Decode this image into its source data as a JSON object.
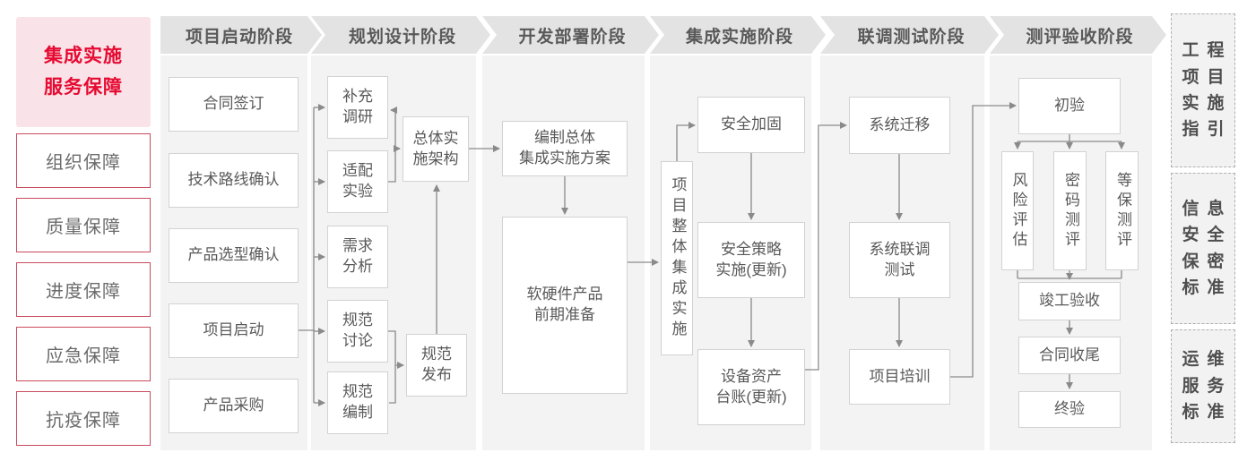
{
  "left_panel": {
    "title_lines": [
      "集成实施",
      "服务保障"
    ],
    "items": [
      {
        "label": "组织保障"
      },
      {
        "label": "质量保障"
      },
      {
        "label": "进度保障"
      },
      {
        "label": "应急保障"
      },
      {
        "label": "抗疫保障"
      }
    ]
  },
  "phases": [
    {
      "header": "项目启动阶段",
      "boxes": [
        {
          "label": "合同签订"
        },
        {
          "label": "技术路线确认"
        },
        {
          "label": "产品选型确认"
        },
        {
          "label": "项目启动"
        },
        {
          "label": "产品采购"
        }
      ]
    },
    {
      "header": "规划设计阶段",
      "boxes": [
        {
          "label": [
            "补充",
            "调研"
          ]
        },
        {
          "label": [
            "适配",
            "实验"
          ]
        },
        {
          "label": [
            "需求",
            "分析"
          ]
        },
        {
          "label": [
            "规范",
            "讨论"
          ]
        },
        {
          "label": [
            "规范",
            "编制"
          ]
        },
        {
          "label": [
            "总体实",
            "施架构"
          ]
        },
        {
          "label": [
            "规范",
            "发布"
          ]
        }
      ]
    },
    {
      "header": "开发部署阶段",
      "boxes": [
        {
          "label": [
            "编制总体",
            "集成实施方案"
          ]
        },
        {
          "label": [
            "软硬件产品",
            "前期准备"
          ]
        }
      ]
    },
    {
      "header": "集成实施阶段",
      "boxes": [
        {
          "label": "项目整体集成实施",
          "orientation": "vertical"
        },
        {
          "label": "安全加固"
        },
        {
          "label": [
            "安全策略",
            "实施(更新)"
          ]
        },
        {
          "label": [
            "设备资产",
            "台账(更新)"
          ]
        }
      ]
    },
    {
      "header": "联调测试阶段",
      "boxes": [
        {
          "label": "系统迁移"
        },
        {
          "label": [
            "系统联调",
            "测试"
          ]
        },
        {
          "label": "项目培训"
        }
      ]
    },
    {
      "header": "测评验收阶段",
      "boxes": [
        {
          "label": "初验"
        },
        {
          "label": "风险评估",
          "orientation": "vertical"
        },
        {
          "label": "密码测评",
          "orientation": "vertical"
        },
        {
          "label": "等保测评",
          "orientation": "vertical"
        },
        {
          "label": "竣工验收"
        },
        {
          "label": "合同收尾"
        },
        {
          "label": "终验"
        }
      ]
    }
  ],
  "right_panel": {
    "items": [
      {
        "lines": [
          "工程",
          "项目",
          "实施",
          "指引"
        ]
      },
      {
        "lines": [
          "信息",
          "安全",
          "保密",
          "标准"
        ]
      },
      {
        "lines": [
          "运维",
          "服务",
          "标准"
        ]
      }
    ]
  },
  "colors": {
    "accent_red": "#e60a32",
    "pink_bg": "#fae3e8",
    "red_border": "#c94a5e",
    "header_bg": "#e3e3e3",
    "column_bg": "#f3f3f3",
    "box_border": "#d2d2d2",
    "box_text": "#595959",
    "connector": "#8a8a8a",
    "dashed_border": "#b0b0b0",
    "panel_bg": "#f2f2f2"
  }
}
